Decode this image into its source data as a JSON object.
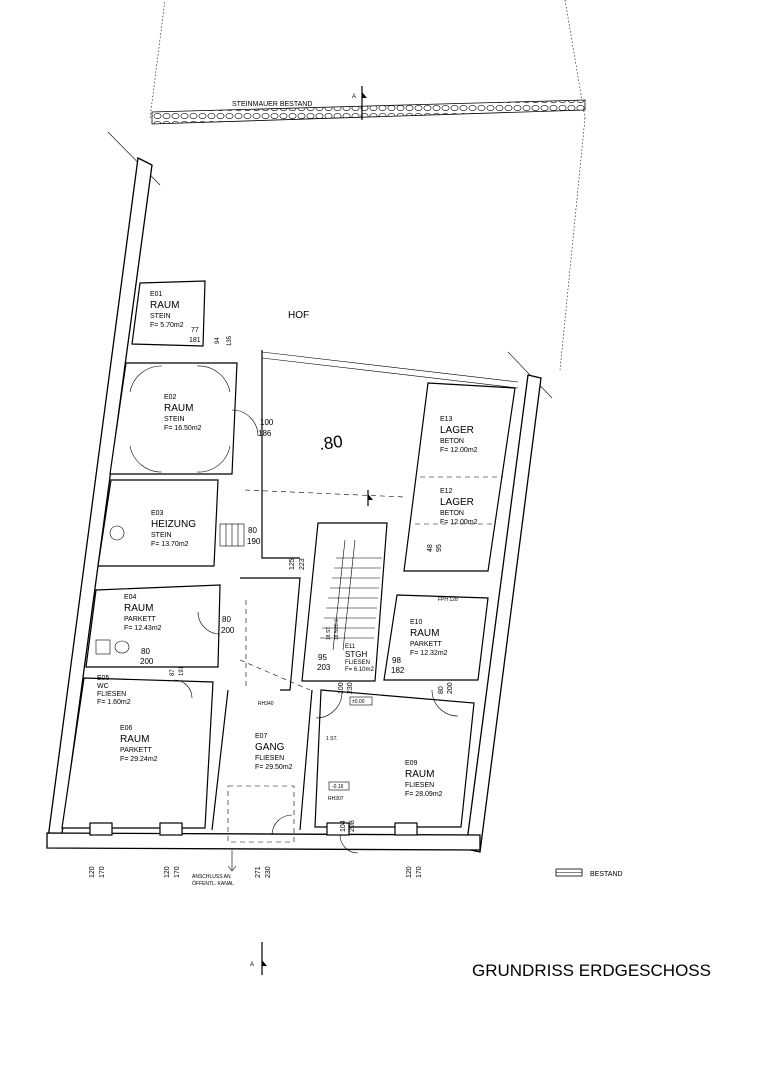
{
  "title": "GRUNDRISS ERDGESCHOSS",
  "legend": {
    "label": "BESTAND"
  },
  "wall_label": "STEINMAUER BESTAND",
  "court_label": "HOF",
  "court_level": ".80",
  "section_marker": "A",
  "kanal_note": [
    "ANSCHLUSS AN",
    "ÖFFENTL. KANAL"
  ],
  "rooms": {
    "e01": {
      "id": "E01",
      "name": "RAUM",
      "floor": "STEIN",
      "area": "F= 5.70m2"
    },
    "e02": {
      "id": "E02",
      "name": "RAUM",
      "floor": "STEIN",
      "area": "F= 16.50m2"
    },
    "e03": {
      "id": "E03",
      "name": "HEIZUNG",
      "floor": "STEIN",
      "area": "F= 13.70m2"
    },
    "e04": {
      "id": "E04",
      "name": "RAUM",
      "floor": "PARKETT",
      "area": "F= 12.43m2"
    },
    "e05": {
      "id": "E05",
      "name": "WC",
      "floor": "FLIESEN",
      "area": "F= 1.60m2"
    },
    "e06": {
      "id": "E06",
      "name": "RAUM",
      "floor": "PARKETT",
      "area": "F= 29.24m2"
    },
    "e07": {
      "id": "E07",
      "name": "GANG",
      "floor": "FLIESEN",
      "area": "F= 29.50m2"
    },
    "e09": {
      "id": "E09",
      "name": "RAUM",
      "floor": "FLIESEN",
      "area": "F= 28.09m2"
    },
    "e10": {
      "id": "E10",
      "name": "RAUM",
      "floor": "PARKETT",
      "area": "F= 12.32m2"
    },
    "e11": {
      "id": "E11",
      "name": "STGH",
      "floor": "FLIESEN",
      "area": "F= 6.10m2"
    },
    "e12": {
      "id": "E12",
      "name": "LAGER",
      "floor": "BETON",
      "area": "F= 12.00m2"
    },
    "e13": {
      "id": "E13",
      "name": "LAGER",
      "floor": "BETON",
      "area": "F= 12.00m2"
    }
  },
  "dims": {
    "d1": [
      "77",
      "181"
    ],
    "d2": [
      "94",
      "135"
    ],
    "d3": [
      "100",
      "186"
    ],
    "d4": [
      "80",
      "190"
    ],
    "d5": [
      "125",
      "223"
    ],
    "d6": [
      "80",
      "200"
    ],
    "d7": [
      "80",
      "200"
    ],
    "d8": [
      "87",
      "191"
    ],
    "d9": [
      "95",
      "203"
    ],
    "d10": [
      "98",
      "182"
    ],
    "d11": [
      "100",
      "230"
    ],
    "d12": [
      "80",
      "200"
    ],
    "d13": [
      "48",
      "95"
    ],
    "d14": [
      "104",
      "208"
    ],
    "d15": [
      "271",
      "230"
    ],
    "b1": [
      "120",
      "170"
    ],
    "b2": [
      "120",
      "170"
    ],
    "b3": [
      "120",
      "170"
    ]
  },
  "levels": {
    "rh340": "RH340",
    "rh307": "RH307",
    "m000": "±0.00",
    "m016": "-0.16",
    "fph": "FPH 128",
    "st1": "1 ST.",
    "stair_up": "18 ST.",
    "stair_calc": "18.5/28.0"
  }
}
